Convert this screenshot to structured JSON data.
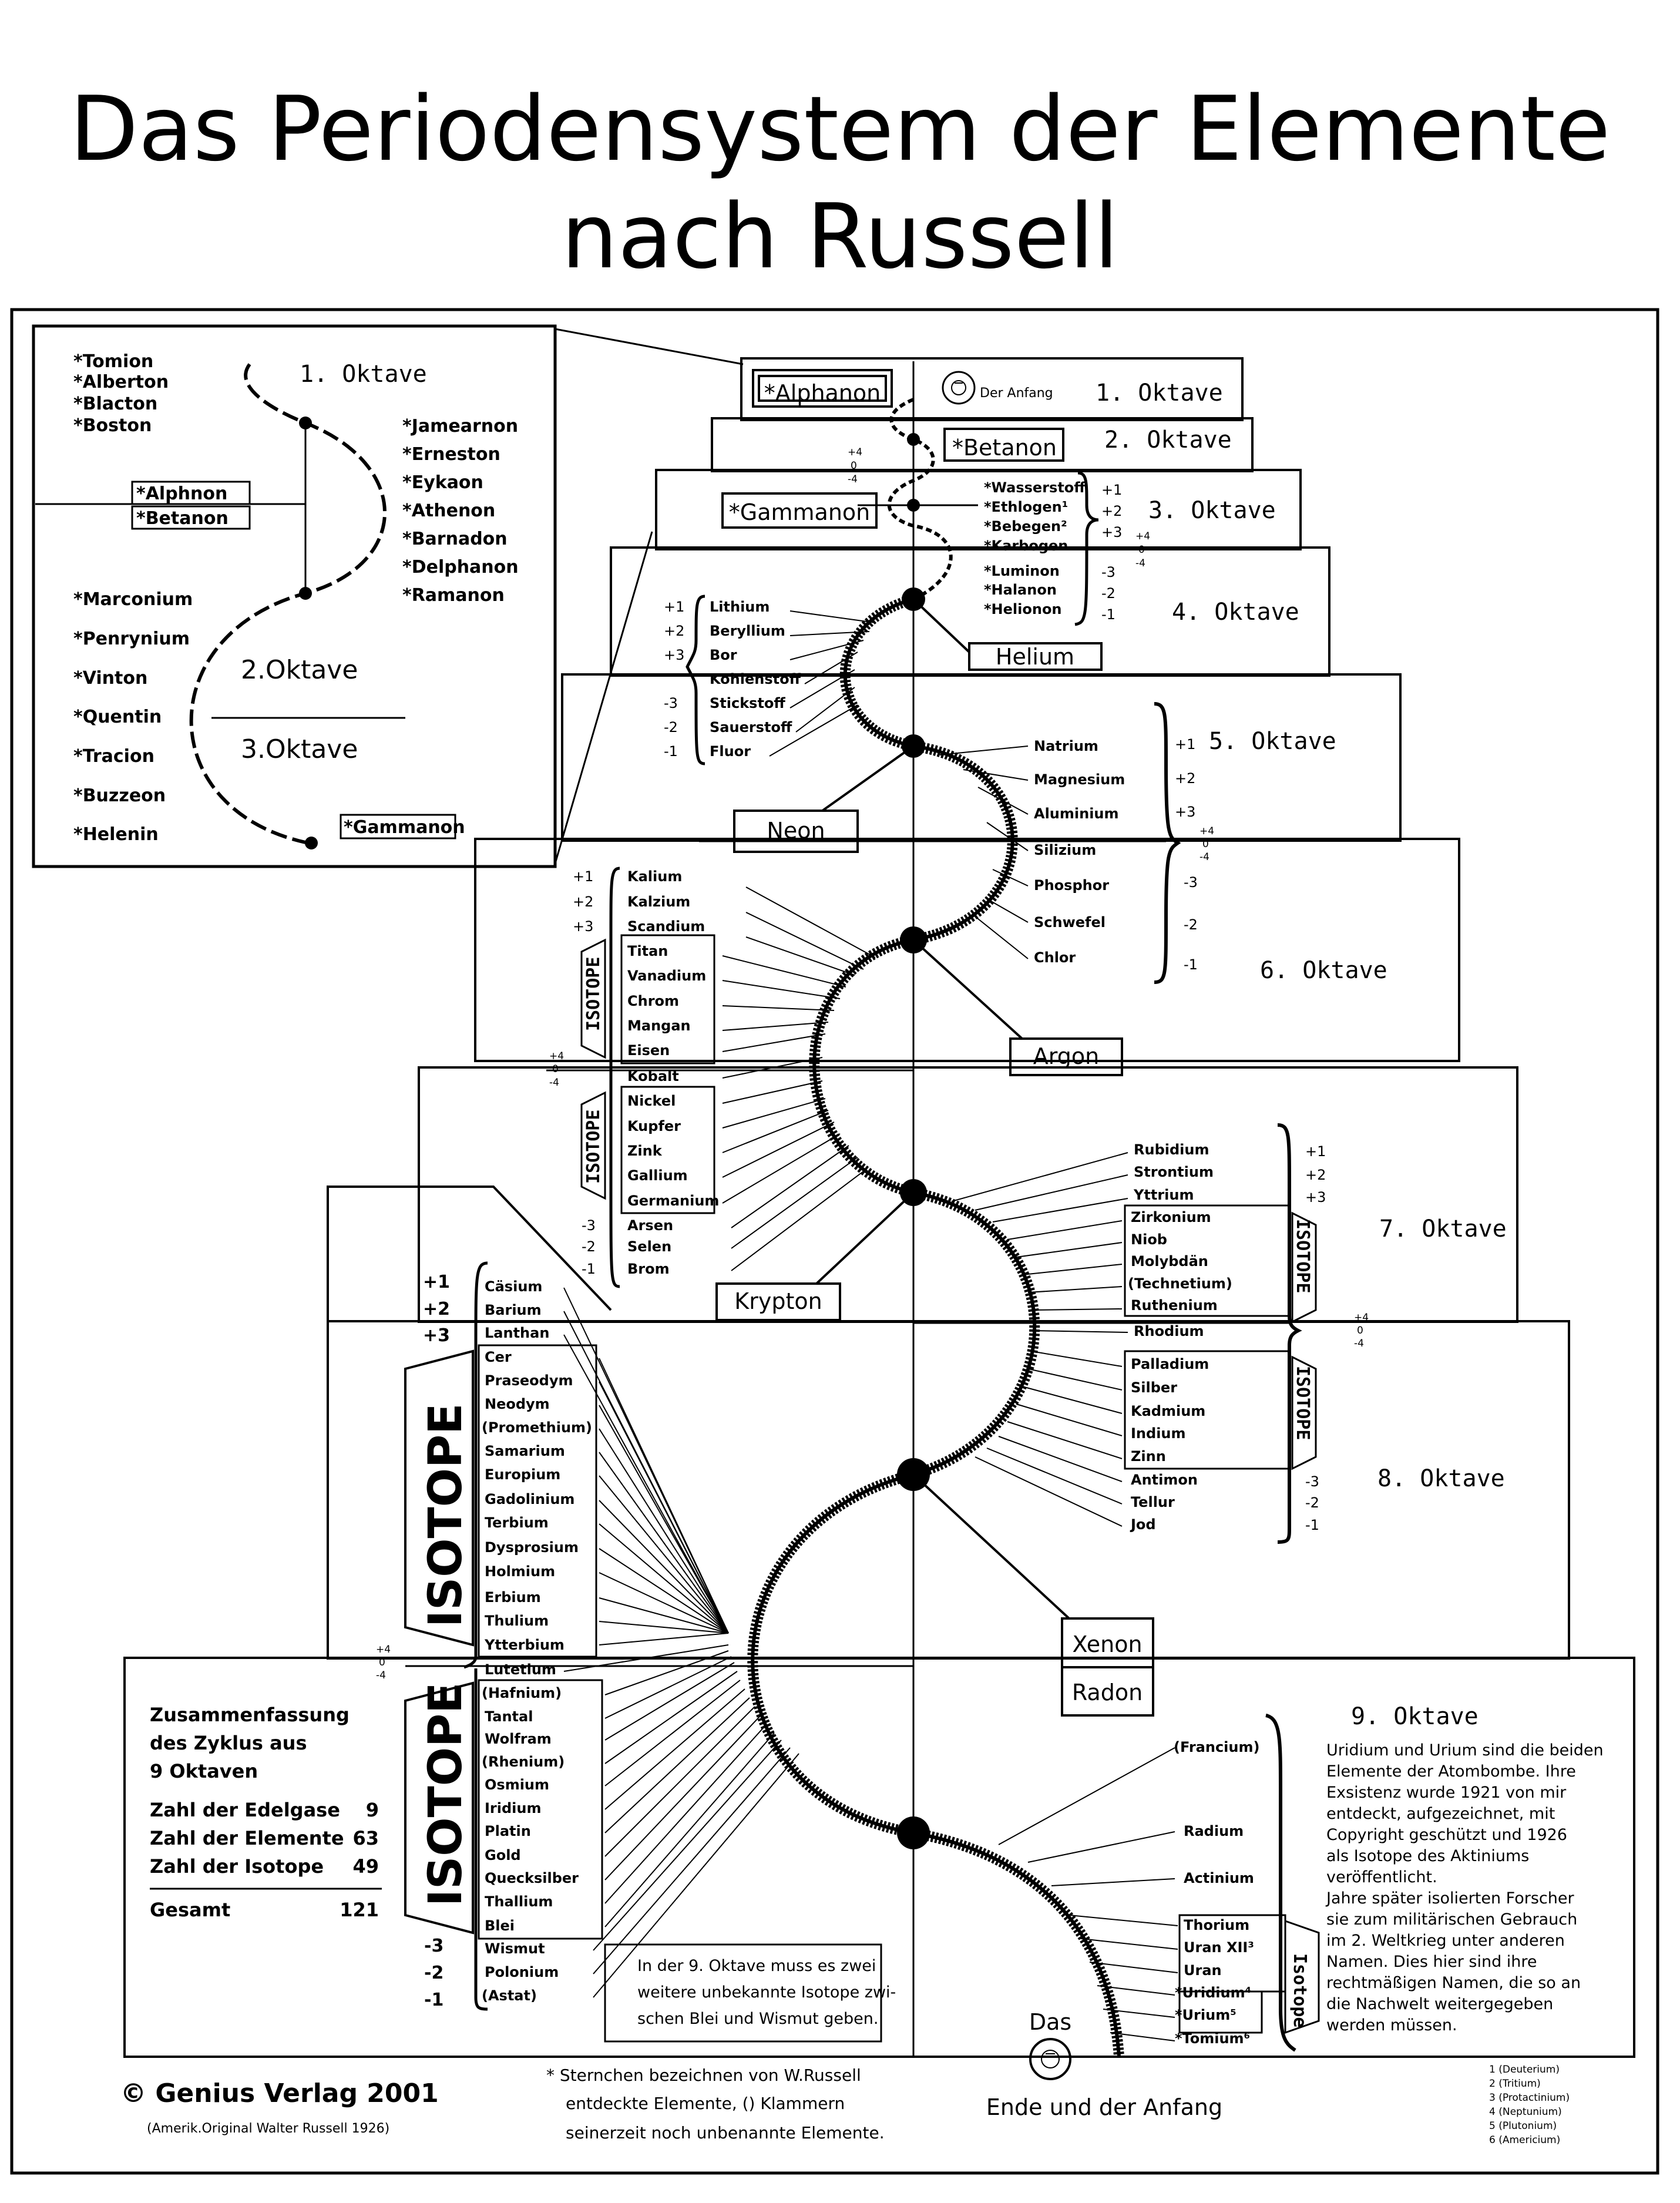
{
  "title": {
    "line1": "Das Periodensystem der Elemente",
    "line2": "nach Russell"
  },
  "inset": {
    "octave1": "1. Oktave",
    "octave2": "2.Oktave",
    "octave3": "3.Oktave",
    "left_top": [
      "*Tomion",
      "*Alberton",
      "*Blacton",
      "*Boston"
    ],
    "right": [
      "*Jamearnon",
      "*Erneston",
      "*Eykaon",
      "*Athenon",
      "*Barnadon",
      "*Delphanon",
      "*Ramanon"
    ],
    "left_bottom": [
      "*Marconium",
      "*Penrynium",
      "*Vinton",
      "*Quentin",
      "*Tracion",
      "*Buzzeon",
      "*Helenin"
    ],
    "alphnon": "*Alphnon",
    "betanon": "*Betanon",
    "gammanon": "*Gammanon"
  },
  "octaves": [
    "1. Oktave",
    "2. Oktave",
    "3. Oktave",
    "4. Oktave",
    "5. Oktave",
    "6. Oktave",
    "7. Oktave",
    "8. Oktave",
    "9. Oktave"
  ],
  "noble": {
    "alphanon": "*Alphanon",
    "betanon": "*Betanon",
    "gammanon": "*Gammanon",
    "helium": "Helium",
    "neon": "Neon",
    "argon": "Argon",
    "krypton": "Krypton",
    "xenon": "Xenon",
    "radon": "Radon"
  },
  "anfang": "Der Anfang",
  "valence": {
    "p1": "+1",
    "p2": "+2",
    "p3": "+3",
    "p4": "+4",
    "z": "0",
    "m4": "-4",
    "m3": "-3",
    "m2": "-2",
    "m1": "-1"
  },
  "oct3_elements": [
    "*Wasserstoff",
    "*Ethlogen¹",
    "*Bebegen²",
    "*Karbogen",
    "*Luminon",
    "*Halanon",
    "*Helionon"
  ],
  "oct4_elements": [
    "Lithium",
    "Beryllium",
    "Bor",
    "Kohlenstoff",
    "Stickstoff",
    "Sauerstoff",
    "Fluor"
  ],
  "oct5_elements": [
    "Natrium",
    "Magnesium",
    "Aluminium",
    "Silizium",
    "Phosphor",
    "Schwefel",
    "Chlor"
  ],
  "oct6_elements": [
    "Kalium",
    "Kalzium",
    "Scandium",
    "Titan",
    "Vanadium",
    "Chrom",
    "Mangan",
    "Eisen",
    "Kobalt",
    "Nickel",
    "Kupfer",
    "Zink",
    "Gallium",
    "Germanium",
    "Arsen",
    "Selen",
    "Brom"
  ],
  "oct78_elements": [
    "Rubidium",
    "Strontium",
    "Yttrium",
    "Zirkonium",
    "Niob",
    "Molybdän",
    "(Technetium)",
    "Ruthenium",
    "Rhodium",
    "Palladium",
    "Silber",
    "Kadmium",
    "Indium",
    "Zinn",
    "Antimon",
    "Tellur",
    "Jod"
  ],
  "oct8_left_elements": [
    "Cäsium",
    "Barium",
    "Lanthan",
    "Cer",
    "Praseodym",
    "Neodym",
    "(Promethium)",
    "Samarium",
    "Europium",
    "Gadolinium",
    "Terbium",
    "Dysprosium",
    "Holmium",
    "Erbium",
    "Thulium",
    "Ytterbium"
  ],
  "oct9_left_elements": [
    "Lutetium",
    "(Hafnium)",
    "Tantal",
    "Wolfram",
    "(Rhenium)",
    "Osmium",
    "Iridium",
    "Platin",
    "Gold",
    "Quecksilber",
    "Thallium",
    "Blei",
    "Wismut",
    "Polonium",
    "(Astat)"
  ],
  "oct9_right_elements": [
    "(Francium)",
    "Radium",
    "Actinium",
    "Thorium",
    "Uran XII³",
    "Uran",
    "*Uridium⁴",
    "*Urium⁵",
    "*Tomium⁶"
  ],
  "isotope_label": "ISOTOPE",
  "isotope_small": "Isotope",
  "summary": {
    "line1": "Zusammenfassung",
    "line2": "des Zyklus aus",
    "line3": "9 Oktaven",
    "rows": [
      {
        "label": "Zahl der Edelgase",
        "value": "9"
      },
      {
        "label": "Zahl der Elemente",
        "value": "63"
      },
      {
        "label": "Zahl der Isotope",
        "value": "49"
      }
    ],
    "total_label": "Gesamt",
    "total_value": "121"
  },
  "note9": [
    "In der 9. Oktave muss es zwei",
    "weitere unbekannte Isotope zwi-",
    "schen Blei und Wismut geben."
  ],
  "info9": [
    "Uridium und Urium sind die beiden",
    "Elemente der Atombombe. Ihre",
    "Exsistenz wurde 1921 von mir",
    "entdeckt, aufgezeichnet, mit",
    "Copyright geschützt und 1926",
    "als Isotope des Aktiniums",
    "veröffentlicht.",
    "Jahre später isolierten Forscher",
    "sie zum militärischen Gebrauch",
    "im 2. Weltkrieg unter anderen",
    "Namen. Dies hier sind ihre",
    "rechtmäßigen Namen, die so an",
    "die Nachwelt weitergegeben",
    "werden müssen."
  ],
  "ende": {
    "das": "Das",
    "text": "Ende und der Anfang"
  },
  "footer": {
    "copyright": "© Genius Verlag 2001",
    "original": "(Amerik.Original Walter Russell 1926)",
    "note": [
      "* Sternchen bezeichnen von W.Russell",
      "entdeckte Elemente, () Klammern",
      "seinerzeit noch unbenannte Elemente."
    ],
    "footnotes": [
      "1 (Deuterium)",
      "2 (Tritium)",
      "3 (Protactinium)",
      "4 (Neptunium)",
      "5 (Plutonium)",
      "6 (Americium)"
    ]
  }
}
